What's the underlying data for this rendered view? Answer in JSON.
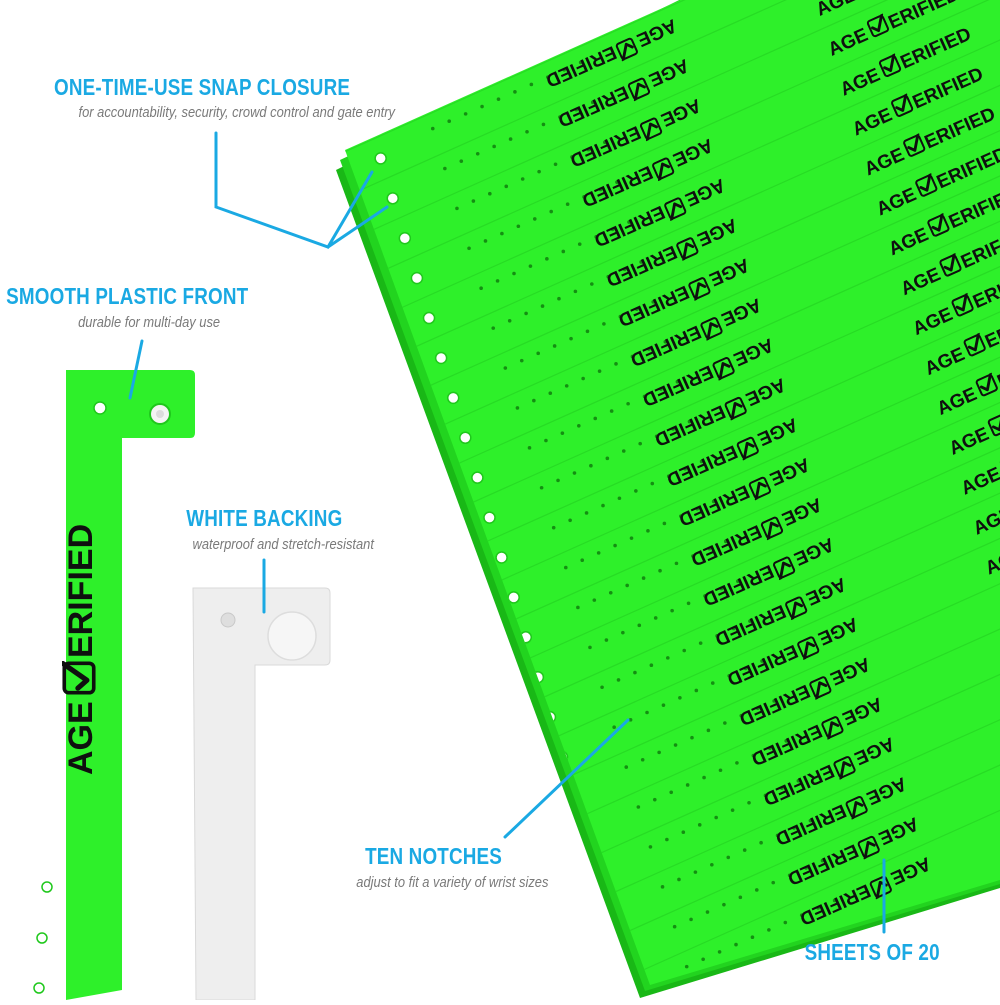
{
  "colors": {
    "band_green": "#2ef02a",
    "band_green_dark": "#1fc81c",
    "accent_blue": "#1aa9e3",
    "subtitle_gray": "#7a7a7a",
    "white_backing": "#eeeeee",
    "ink": "#0f0f0f"
  },
  "band": {
    "text_prefix": "AGE",
    "text_suffix": "ERIFIED",
    "check_icon": "checkmark-box-icon"
  },
  "callouts": {
    "snap": {
      "title": "ONE-TIME-USE SNAP CLOSURE",
      "subtitle": "for accountability, security, crowd control and gate entry"
    },
    "smooth": {
      "title": "SMOOTH PLASTIC FRONT",
      "subtitle": "durable for multi-day use"
    },
    "white": {
      "title": "WHITE BACKING",
      "subtitle": "waterproof and stretch-resistant"
    },
    "notches": {
      "title": "TEN NOTCHES",
      "subtitle": "adjust to fit a variety of wrist sizes"
    },
    "sheets": {
      "title": "SHEETS OF 20"
    }
  }
}
